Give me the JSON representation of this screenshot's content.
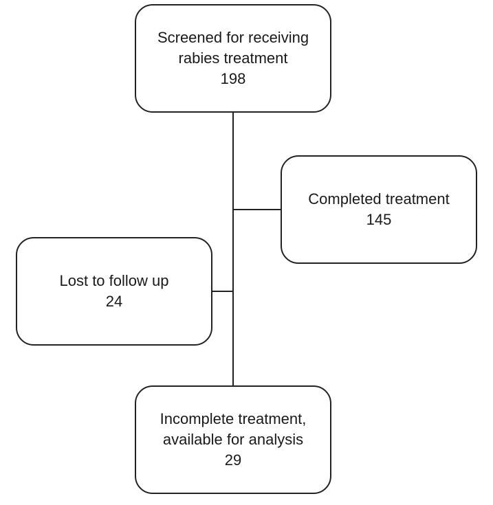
{
  "nodes": {
    "screened": {
      "lines": [
        "Screened for receiving",
        "rabies treatment"
      ],
      "count": "198"
    },
    "completed": {
      "lines": [
        "Completed treatment"
      ],
      "count": "145"
    },
    "lost": {
      "lines": [
        "Lost to follow up"
      ],
      "count": "24"
    },
    "incomplete": {
      "lines": [
        "Incomplete treatment,",
        "available for analysis"
      ],
      "count": "29"
    }
  },
  "edges": [
    {
      "from": "screened",
      "to": "completed"
    },
    {
      "from": "screened",
      "to": "lost"
    },
    {
      "from": "screened",
      "to": "incomplete"
    }
  ],
  "colors": {
    "stroke": "#222222",
    "background": "#ffffff"
  }
}
